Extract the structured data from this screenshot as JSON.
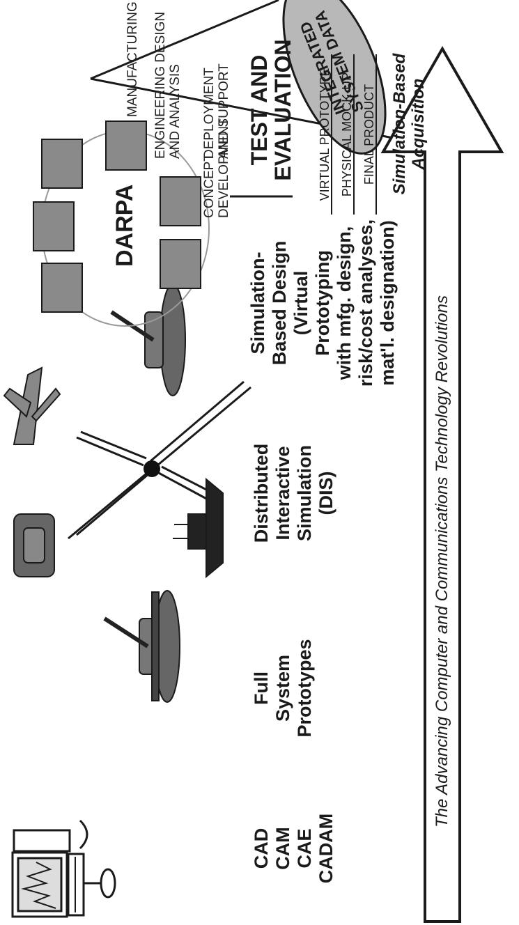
{
  "stages": [
    {
      "lines": [
        "CAD",
        "CAM",
        "CAE",
        "CADAM"
      ]
    },
    {
      "lines": [
        "Full",
        "System",
        "Prototypes"
      ]
    },
    {
      "lines": [
        "Distributed",
        "Interactive",
        "Simulation",
        "(DIS)"
      ]
    },
    {
      "lines": [
        "Simulation-",
        "Based Design",
        "(Virtual",
        "Prototyping",
        "with mfg. design,",
        "risk/cost analyses,",
        "mat'l. designation)"
      ]
    }
  ],
  "darpa_label": "DARPA",
  "cone": {
    "ellipse_lines": [
      "INTEGRATED",
      "SYSTEM DATA"
    ],
    "phases": {
      "manufacturing": [
        "MANUFACTURING"
      ],
      "engineering": [
        "ENGINEERING DESIGN",
        "AND ANALYSIS"
      ],
      "deployment": [
        "DEPLOYMENT",
        "AND SUPPORT"
      ],
      "concept": [
        "CONCEPT",
        "DEVELOPMENT"
      ]
    },
    "test_eval": [
      "TEST AND",
      "EVALUATION"
    ]
  },
  "prototype_stack": [
    "VIRTUAL PROTOTYPE",
    "PHYSICAL MOCK-UP",
    "FINAL PRODUCT"
  ],
  "sba_lines": [
    "Simulation-Based",
    "Acquisition"
  ],
  "arrow_label": "The Advancing Computer and Communications Technology Revolutions",
  "colors": {
    "ink": "#1a1a1a",
    "ellipse_fill": "#b8b8b8",
    "screen_fill": "#8a8a8a"
  }
}
